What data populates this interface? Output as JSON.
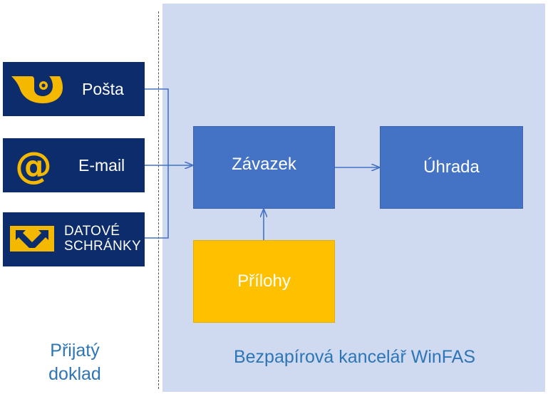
{
  "sources": {
    "posta": {
      "label": "Pošta",
      "icon": "posthorn-icon"
    },
    "email": {
      "label": "E-mail",
      "icon": "at-sign-icon"
    },
    "datove": {
      "line1": "DATOVÉ",
      "line2": "SCHRÁNKY",
      "icon": "datove-schranky-logo-icon"
    }
  },
  "nodes": {
    "zavazek": "Závazek",
    "uhrada": "Úhrada",
    "prilohy": "Přílohy"
  },
  "captions": {
    "left_line1": "Přijatý",
    "left_line2": "doklad",
    "right": "Bezpapírová kancelář WinFAS"
  },
  "colors": {
    "panel": "#cfdaf1",
    "source_bg": "#0d2c6b",
    "accent_yellow": "#f5b800",
    "node_blue": "#4472c4",
    "node_yellow": "#ffc000",
    "connector": "#4472c4",
    "caption": "#2e75b6"
  }
}
